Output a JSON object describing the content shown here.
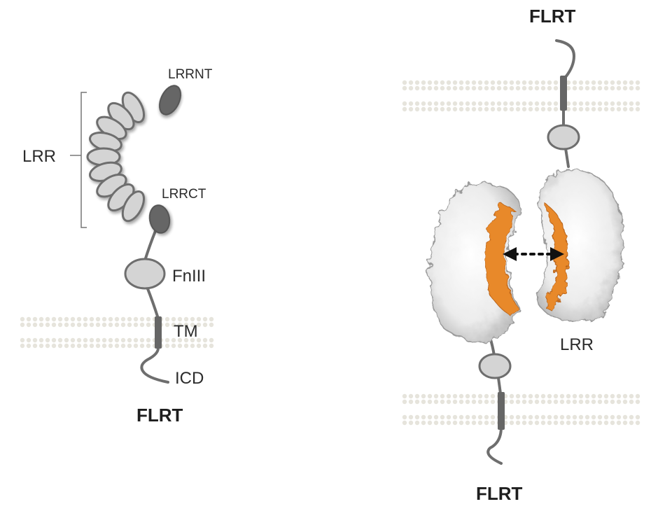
{
  "left_panel": {
    "labels": {
      "lrrnt": "LRRNT",
      "lrr": "LRR",
      "lrrct": "LRRCT",
      "fniii": "FnIII",
      "tm": "TM",
      "icd": "ICD",
      "flrt": "FLRT"
    },
    "lrr_repeat_count": 9
  },
  "right_panel": {
    "labels": {
      "flrt_top": "FLRT",
      "lrr": "LRR",
      "flrt_bottom": "FLRT"
    }
  },
  "colors": {
    "protein_stroke": "#6e6e6e",
    "protein_fill": "#d4d4d4",
    "cap_fill": "#666666",
    "membrane": "#e6e4dc",
    "surface": "#f2f2f2",
    "interface": "#e8892a",
    "arrow": "#111111"
  }
}
